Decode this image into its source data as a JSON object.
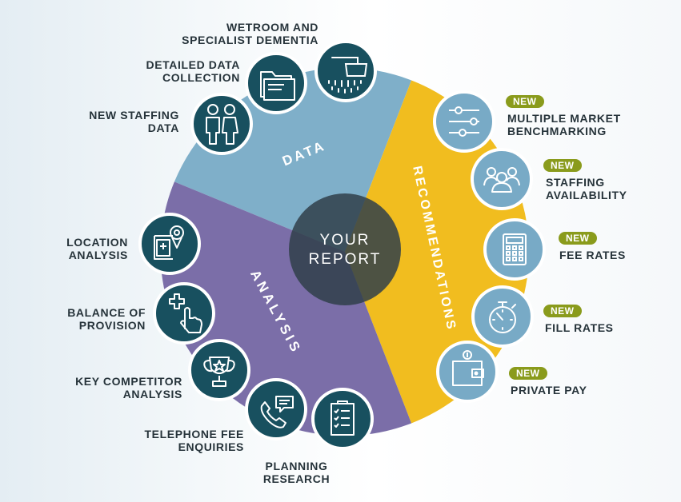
{
  "center": {
    "line1": "YOUR",
    "line2": "REPORT"
  },
  "segments": {
    "data": "DATA",
    "recommendations": "RECOMMENDATIONS",
    "analysis": "ANALYSIS"
  },
  "badge_label": "NEW",
  "colors": {
    "data": "#7fafc9",
    "recommendations": "#f1bd1f",
    "analysis": "#7b6ea8",
    "center": "#303f4a",
    "icon_dark": "#18505f",
    "icon_light": "#78aac6"
  },
  "items": {
    "wetroom": {
      "line1": "WETROOM AND",
      "line2": "SPECIALIST DEMENTIA",
      "icon": "shower-icon"
    },
    "detailed_data": {
      "line1": "DETAILED DATA",
      "line2": "COLLECTION",
      "icon": "folder-icon"
    },
    "new_staffing": {
      "line1": "NEW STAFFING",
      "line2": "DATA",
      "icon": "people-icon"
    },
    "location": {
      "line1": "LOCATION",
      "line2": "ANALYSIS",
      "icon": "map-pin-icon"
    },
    "balance": {
      "line1": "BALANCE OF",
      "line2": "PROVISION",
      "icon": "hand-cross-icon"
    },
    "competitor": {
      "line1": "KEY COMPETITOR",
      "line2": "ANALYSIS",
      "icon": "trophy-icon"
    },
    "telephone": {
      "line1": "TELEPHONE FEE",
      "line2": "ENQUIRIES",
      "icon": "phone-chat-icon"
    },
    "planning": {
      "line1": "PLANNING",
      "line2": "RESEARCH",
      "icon": "checklist-icon"
    },
    "market": {
      "line1": "MULTIPLE MARKET",
      "line2": "BENCHMARKING",
      "icon": "sliders-icon"
    },
    "availability": {
      "line1": "STAFFING",
      "line2": "AVAILABILITY",
      "icon": "team-icon"
    },
    "fee_rates": {
      "line1": "FEE RATES",
      "icon": "calculator-icon"
    },
    "fill_rates": {
      "line1": "FILL RATES",
      "icon": "stopwatch-icon"
    },
    "private_pay": {
      "line1": "PRIVATE PAY",
      "icon": "wallet-icon"
    }
  }
}
